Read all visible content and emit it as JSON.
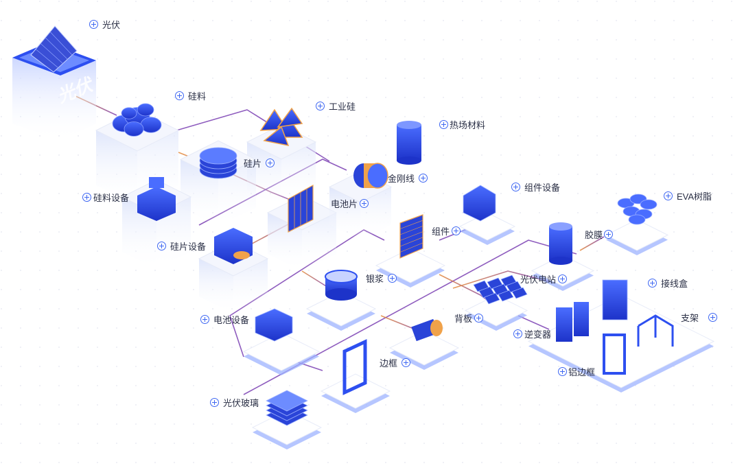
{
  "hero": {
    "text": "光伏"
  },
  "colors": {
    "accent": "#2d4ff0",
    "accent_light": "#9eb3ff",
    "line_orange": "#e58a3a",
    "line_purple": "#7a3fb3"
  },
  "nodes": {
    "photovoltaic": {
      "label": "光伏",
      "icon": "solar-panel-icon"
    },
    "silicon_material": {
      "label": "硅料",
      "icon": "silicon-ore-icon"
    },
    "industrial_silicon": {
      "label": "工业硅",
      "icon": "crystal-ore-icon"
    },
    "thermal_material": {
      "label": "热场材料",
      "icon": "cylinder-icon"
    },
    "wafer": {
      "label": "硅片",
      "icon": "wafer-stack-icon"
    },
    "diamond_wire": {
      "label": "金刚线",
      "icon": "wire-spool-icon"
    },
    "silicon_equipment": {
      "label": "硅料设备",
      "icon": "furnace-icon"
    },
    "cell": {
      "label": "电池片",
      "icon": "solar-cell-icon"
    },
    "module_equipment": {
      "label": "组件设备",
      "icon": "machine-icon"
    },
    "eva": {
      "label": "EVA树脂",
      "icon": "pellets-icon"
    },
    "wafer_equipment": {
      "label": "硅片设备",
      "icon": "cutting-machine-icon"
    },
    "module": {
      "label": "组件",
      "icon": "panel-icon"
    },
    "film": {
      "label": "胶膜",
      "icon": "film-roll-icon"
    },
    "silver_paste": {
      "label": "银浆",
      "icon": "paste-tub-icon"
    },
    "pv_station": {
      "label": "光伏电站",
      "icon": "panel-array-icon"
    },
    "junction_box": {
      "label": "接线盒",
      "icon": "junction-box-icon"
    },
    "cell_equipment": {
      "label": "电池设备",
      "icon": "battery-machine-icon"
    },
    "backsheet": {
      "label": "背板",
      "icon": "backsheet-roll-icon"
    },
    "bracket": {
      "label": "支架",
      "icon": "bracket-icon"
    },
    "inverter": {
      "label": "逆变器",
      "icon": "inverter-icon"
    },
    "frame": {
      "label": "边框",
      "icon": "frame-icon"
    },
    "aluminum_frame": {
      "label": "铝边框",
      "icon": "aluminum-frame-icon"
    },
    "pv_glass": {
      "label": "光伏玻璃",
      "icon": "glass-stack-icon"
    }
  }
}
